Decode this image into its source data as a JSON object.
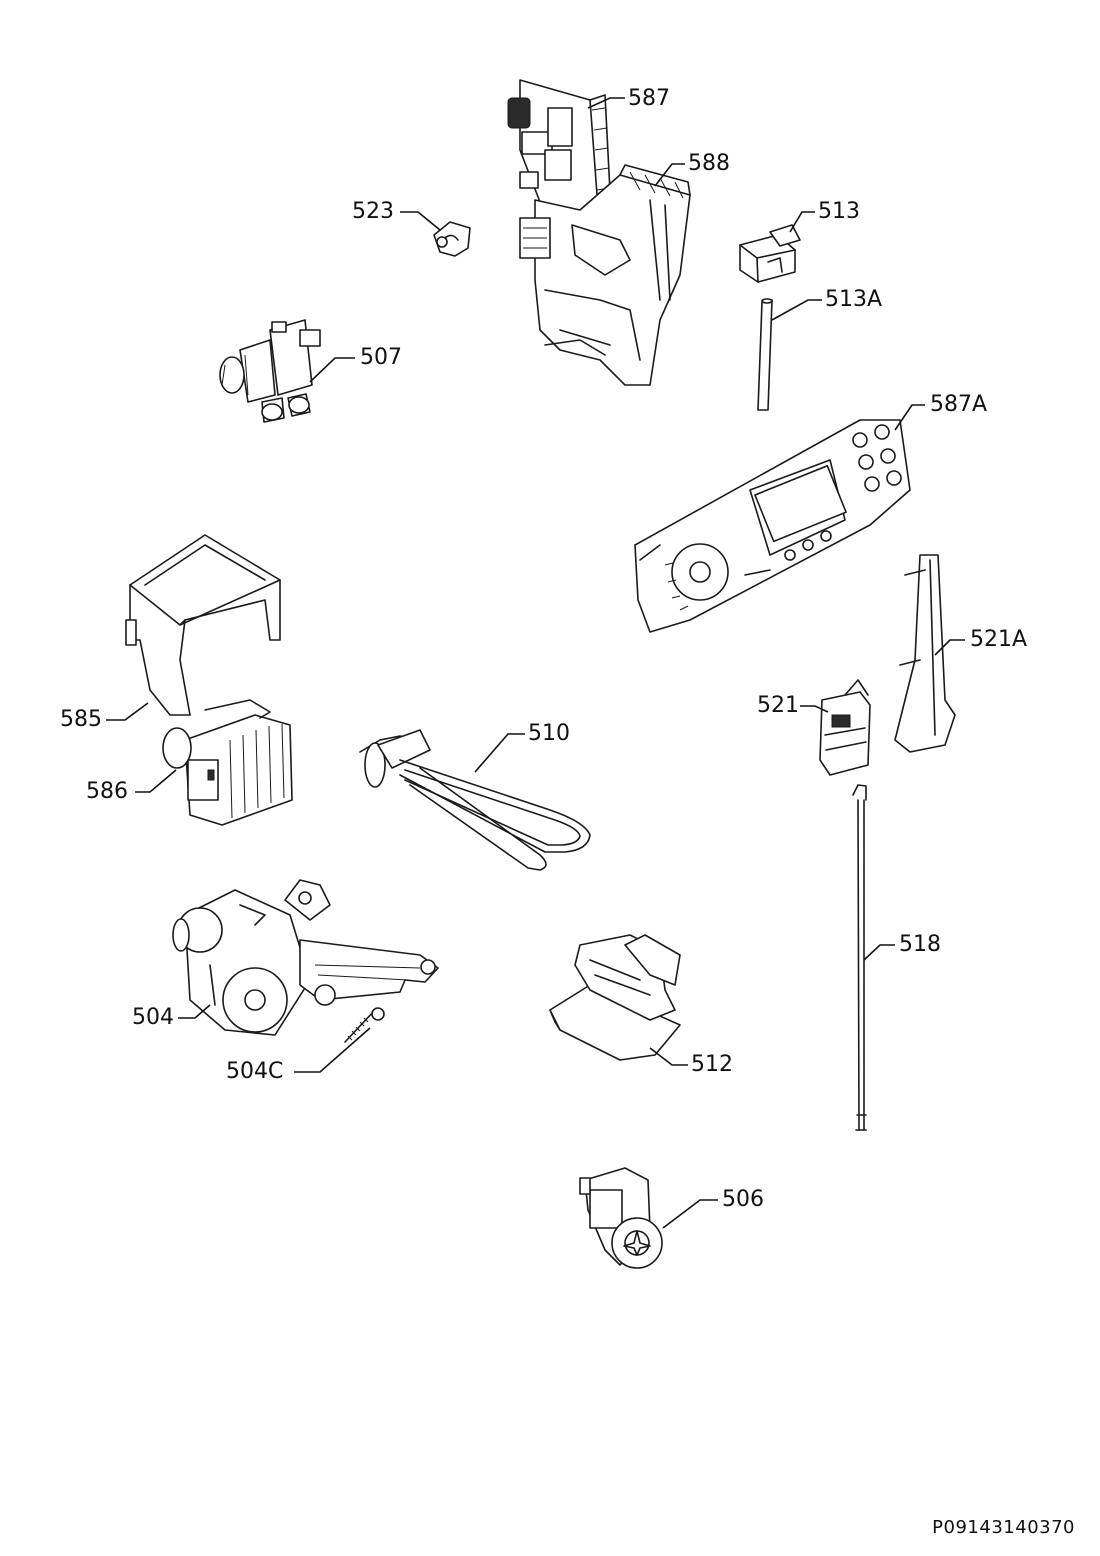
{
  "document_code": "P09143140370",
  "parts": [
    {
      "id": "p587",
      "label": "587"
    },
    {
      "id": "p588",
      "label": "588"
    },
    {
      "id": "p523",
      "label": "523"
    },
    {
      "id": "p513",
      "label": "513"
    },
    {
      "id": "p513a",
      "label": "513A"
    },
    {
      "id": "p507",
      "label": "507"
    },
    {
      "id": "p587a",
      "label": "587A"
    },
    {
      "id": "p521a",
      "label": "521A"
    },
    {
      "id": "p521",
      "label": "521"
    },
    {
      "id": "p585",
      "label": "585"
    },
    {
      "id": "p510",
      "label": "510"
    },
    {
      "id": "p586",
      "label": "586"
    },
    {
      "id": "p518",
      "label": "518"
    },
    {
      "id": "p504",
      "label": "504"
    },
    {
      "id": "p512",
      "label": "512"
    },
    {
      "id": "p504c",
      "label": "504C"
    },
    {
      "id": "p506",
      "label": "506"
    }
  ]
}
